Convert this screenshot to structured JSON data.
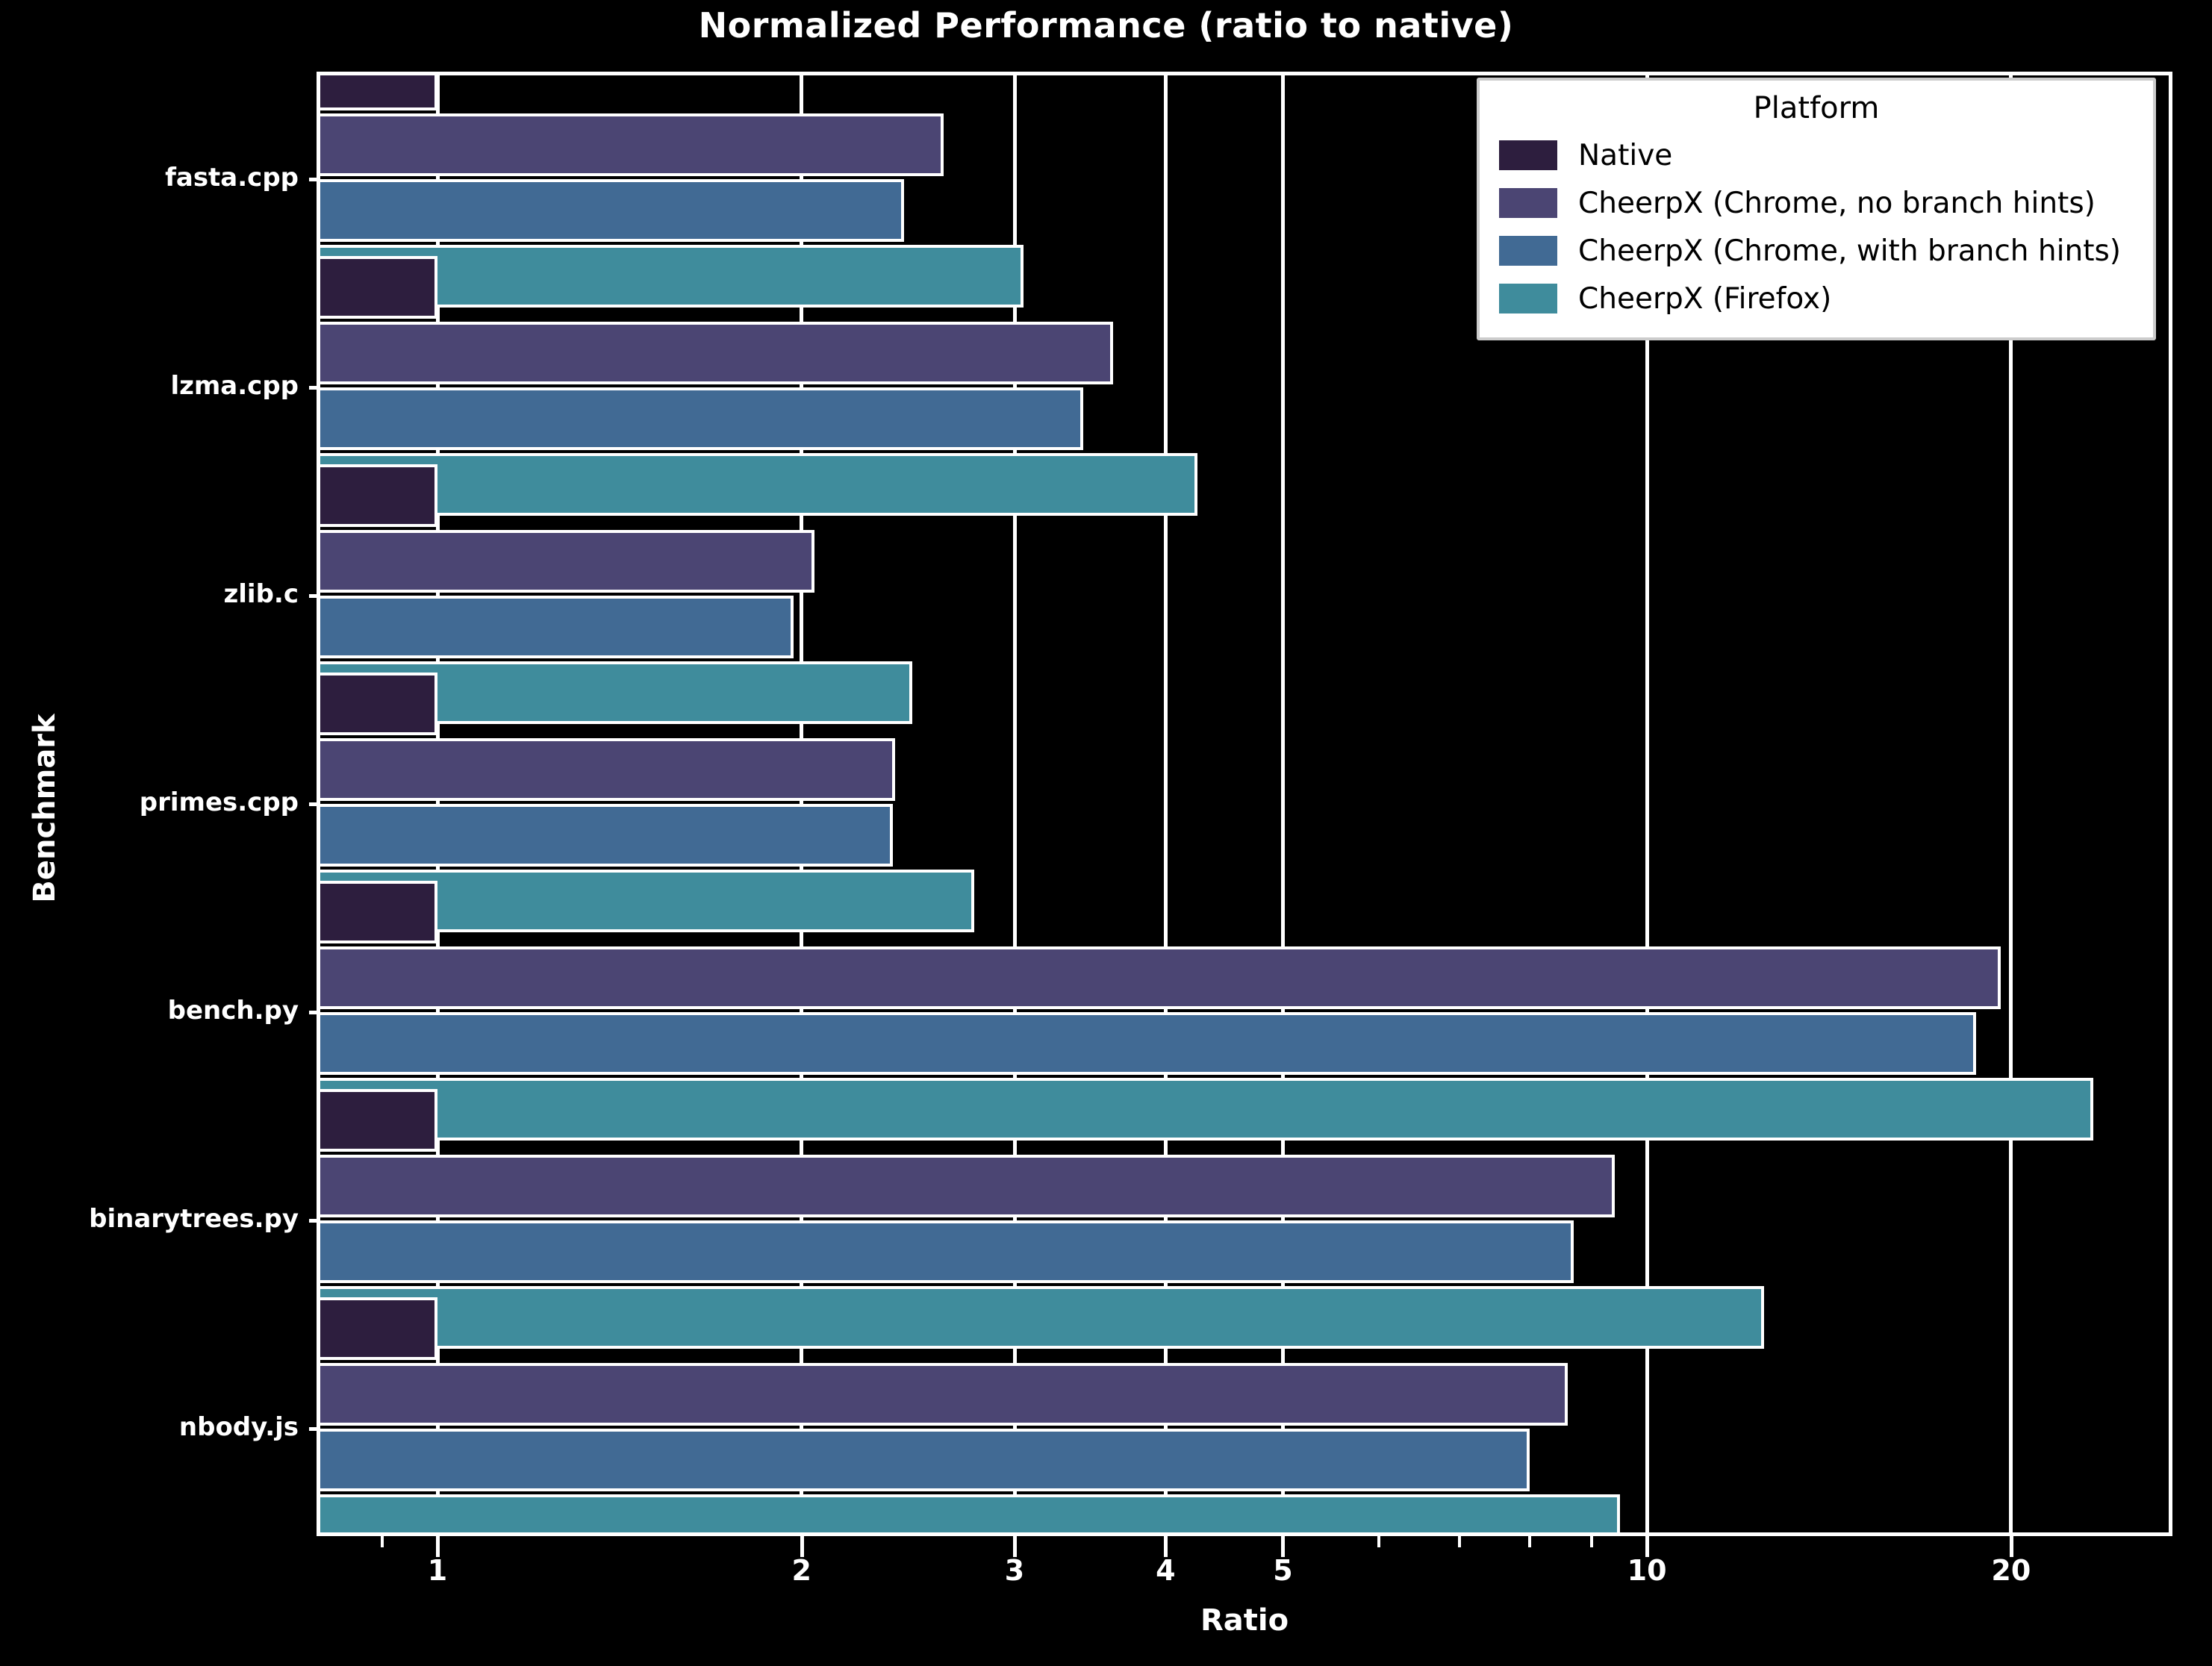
{
  "chart_data": {
    "type": "bar",
    "orientation": "horizontal",
    "title": "Normalized Performance (ratio to native)",
    "xlabel": "Ratio",
    "ylabel": "Benchmark",
    "xscale": "log",
    "xlim": [
      0.8,
      27
    ],
    "grid": true,
    "legend_position": "upper right",
    "legend_title": "Platform",
    "xticks": [
      1,
      2,
      3,
      4,
      5,
      10,
      20
    ],
    "xtick_labels": [
      "1",
      "2",
      "3",
      "4",
      "5",
      "10",
      "20"
    ],
    "categories": [
      "fasta.cpp",
      "lzma.cpp",
      "zlib.c",
      "primes.cpp",
      "bench.py",
      "binarytrees.py",
      "nbody.js"
    ],
    "series": [
      {
        "name": "Native",
        "color": "#2d1e3e",
        "values": [
          1.0,
          1.0,
          1.0,
          1.0,
          1.0,
          1.0,
          1.0
        ]
      },
      {
        "name": "CheerpX (Chrome, no branch hints)",
        "color": "#4b4573",
        "values": [
          2.62,
          3.62,
          2.05,
          2.39,
          19.6,
          9.4,
          8.6
        ]
      },
      {
        "name": "CheerpX (Chrome, with branch hints)",
        "color": "#416a94",
        "values": [
          2.43,
          3.42,
          1.97,
          2.38,
          18.7,
          8.7,
          8.0
        ]
      },
      {
        "name": "CheerpX (Firefox)",
        "color": "#3f8c9c",
        "values": [
          3.05,
          4.25,
          2.47,
          2.78,
          23.4,
          12.5,
          9.5
        ]
      }
    ]
  },
  "legend": {
    "title": "Platform",
    "entries": [
      {
        "label": "Native",
        "color": "#2d1e3e"
      },
      {
        "label": "CheerpX (Chrome, no branch hints)",
        "color": "#4b4573"
      },
      {
        "label": "CheerpX (Chrome, with branch hints)",
        "color": "#416a94"
      },
      {
        "label": "CheerpX (Firefox)",
        "color": "#3f8c9c"
      }
    ]
  },
  "axes": {
    "title": "Normalized Performance (ratio to native)",
    "x_label": "Ratio",
    "y_label": "Benchmark"
  }
}
